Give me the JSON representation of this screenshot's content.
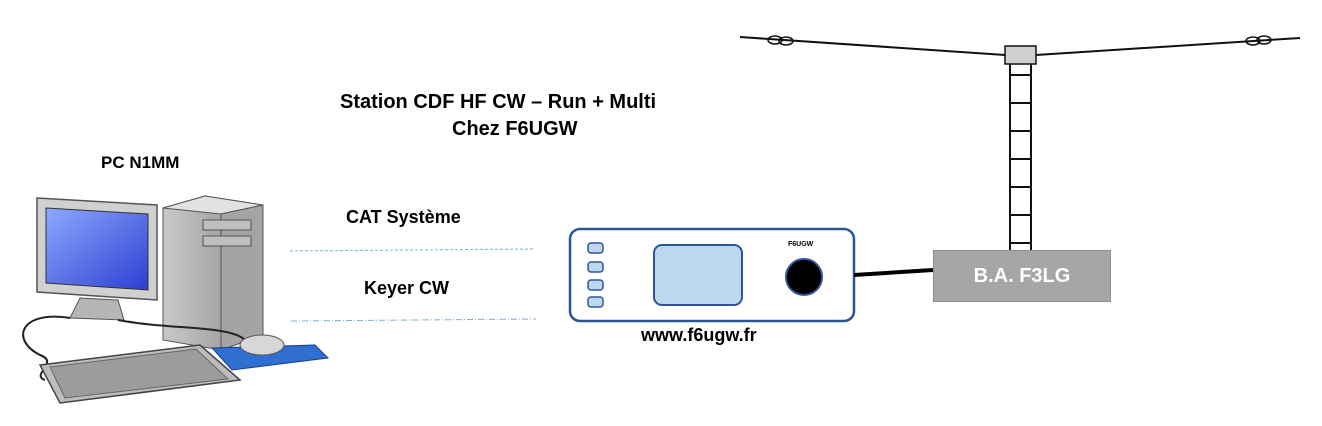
{
  "title": {
    "line1": "Station CDF HF CW – Run + Multi",
    "line2": "Chez F6UGW"
  },
  "computer": {
    "label": "PC N1MM",
    "icon": "desktop-computer-icon"
  },
  "links": {
    "cat": "CAT Système",
    "keyer": "Keyer CW",
    "line_color": "#6fa8c8"
  },
  "radio": {
    "brand": "F6UGW",
    "website": "www.f6ugw.fr",
    "frame_color": "#2f5597",
    "panel_color": "#bdd7ee"
  },
  "tuner": {
    "label": "B.A. F3LG",
    "color": "#a6a6a6"
  },
  "antenna": {
    "icon": "dipole-antenna-icon"
  }
}
